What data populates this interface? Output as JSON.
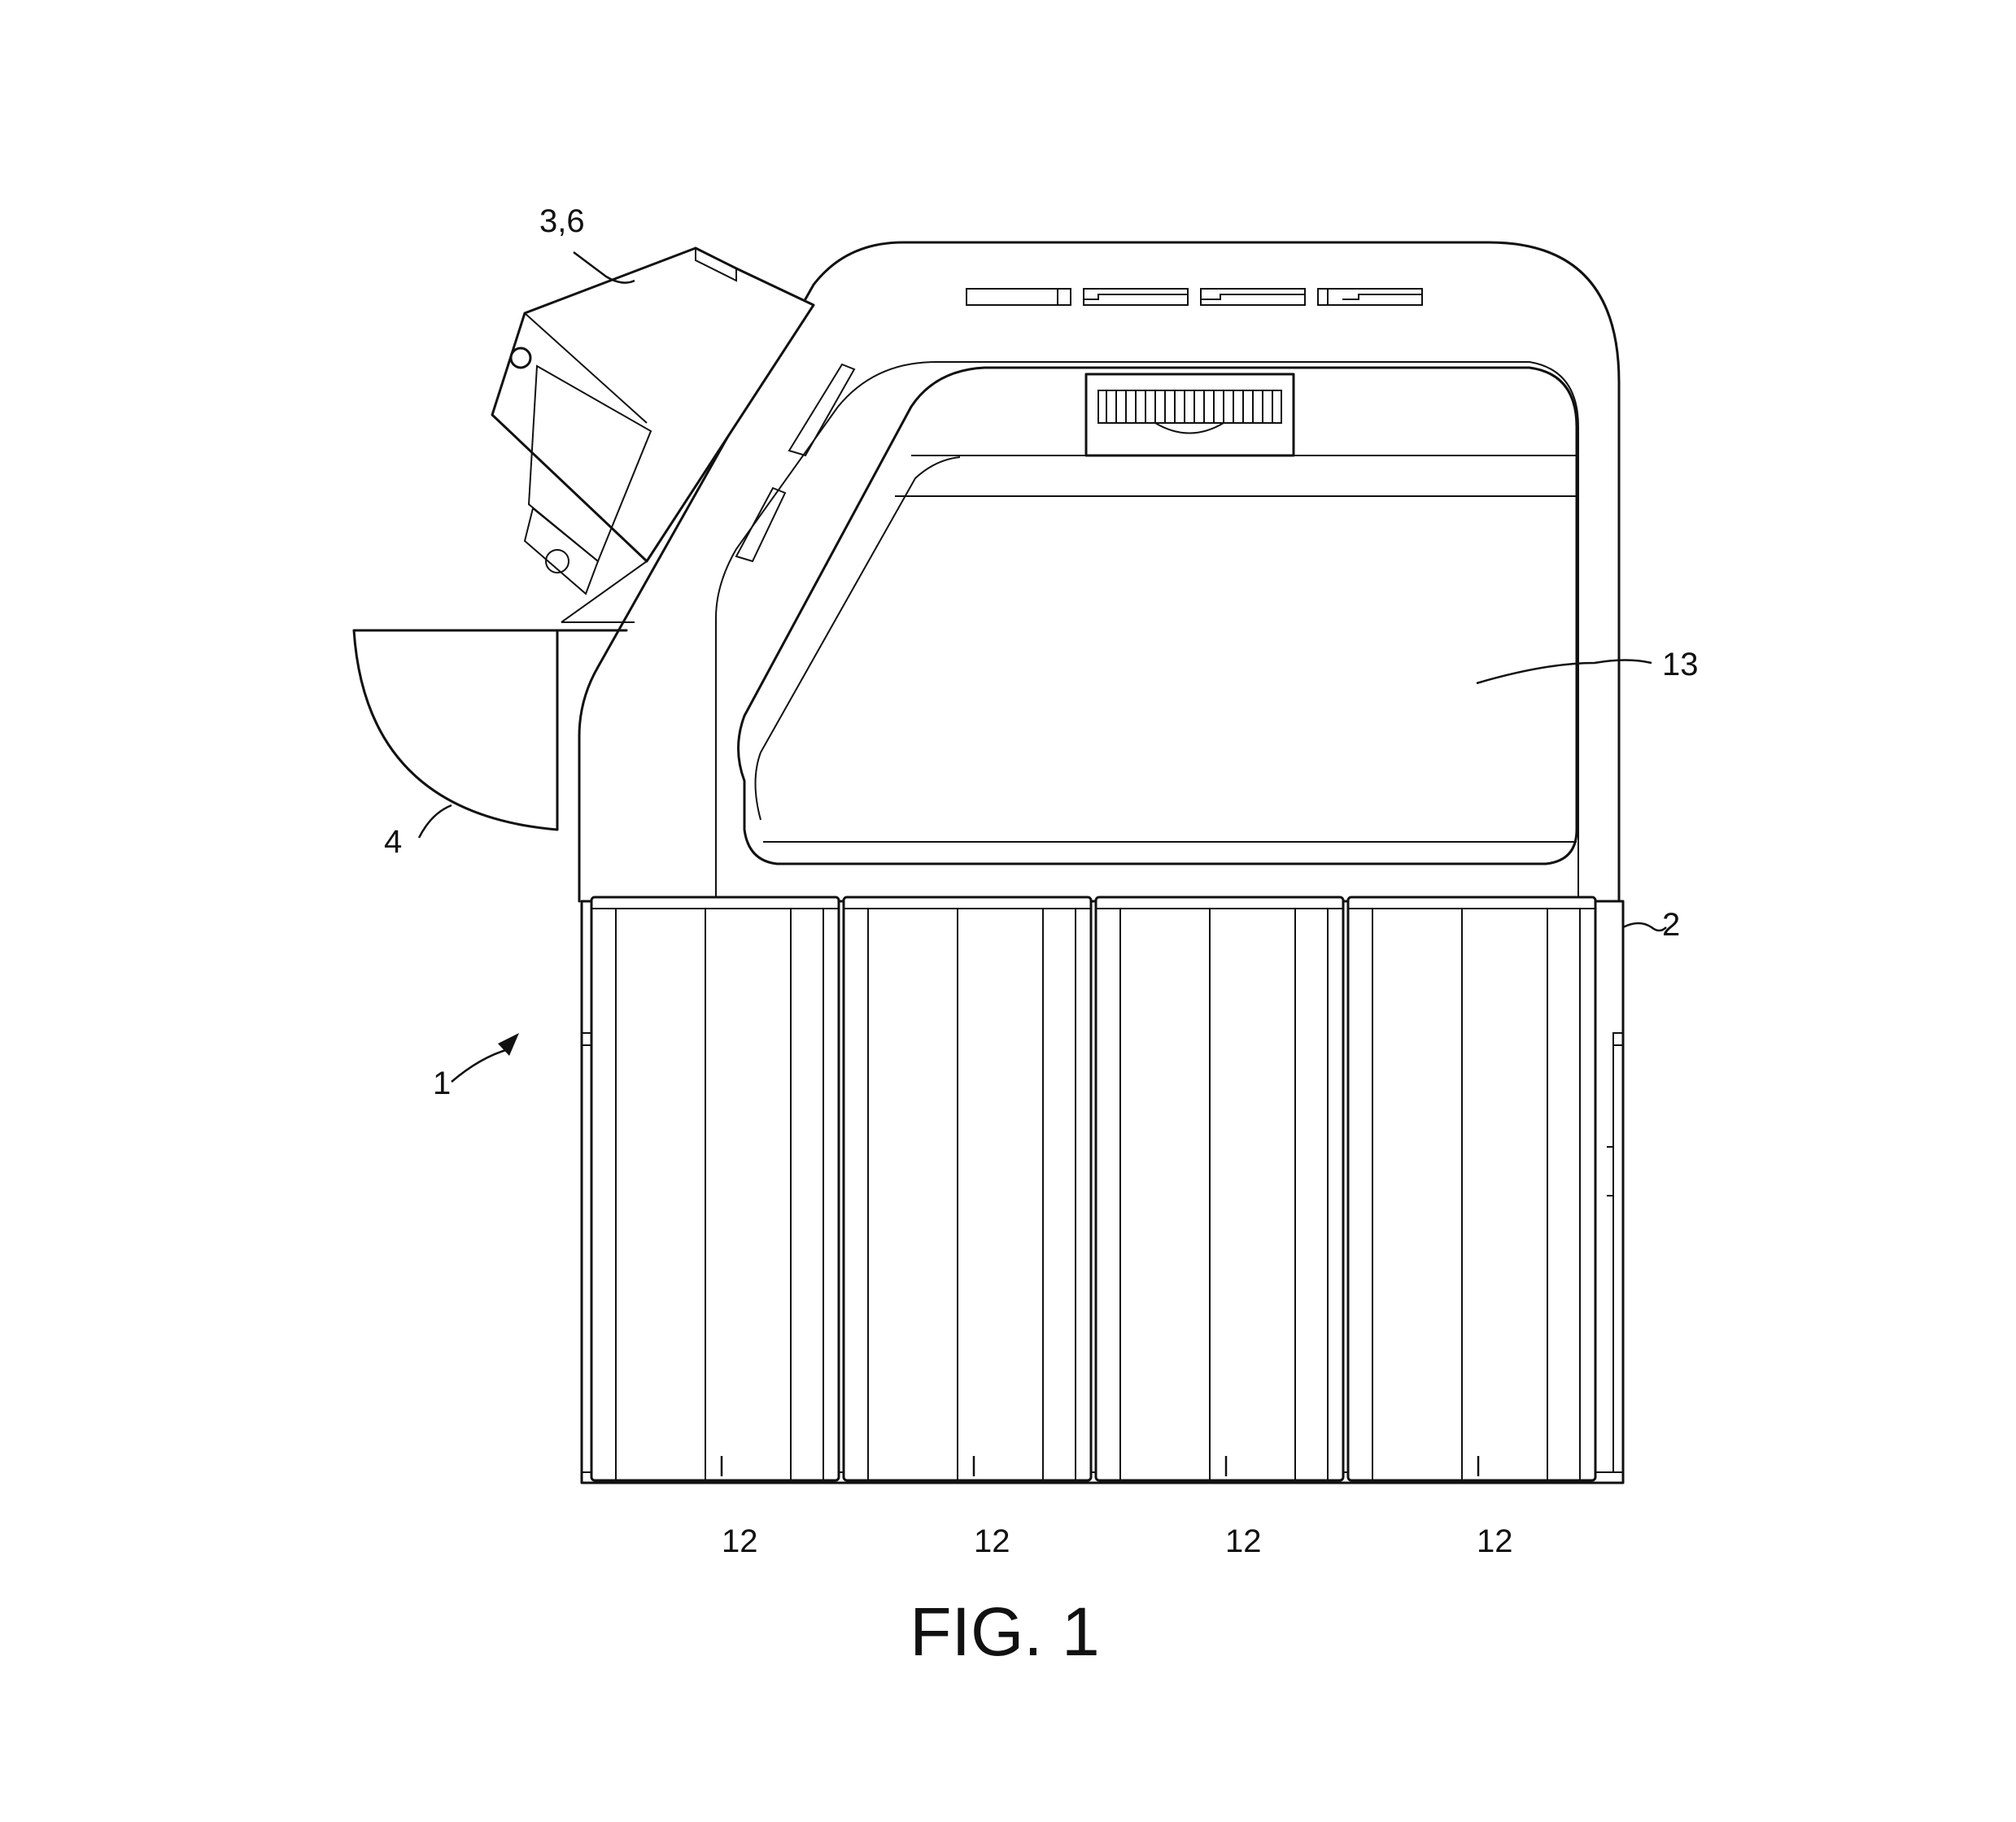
{
  "figure": {
    "caption": "FIG. 1",
    "labels": {
      "ref_1": "1",
      "ref_2": "2",
      "ref_3_6": "3,6",
      "ref_4": "4",
      "ref_13": "13",
      "ref_12": [
        "12",
        "12",
        "12",
        "12"
      ]
    }
  }
}
